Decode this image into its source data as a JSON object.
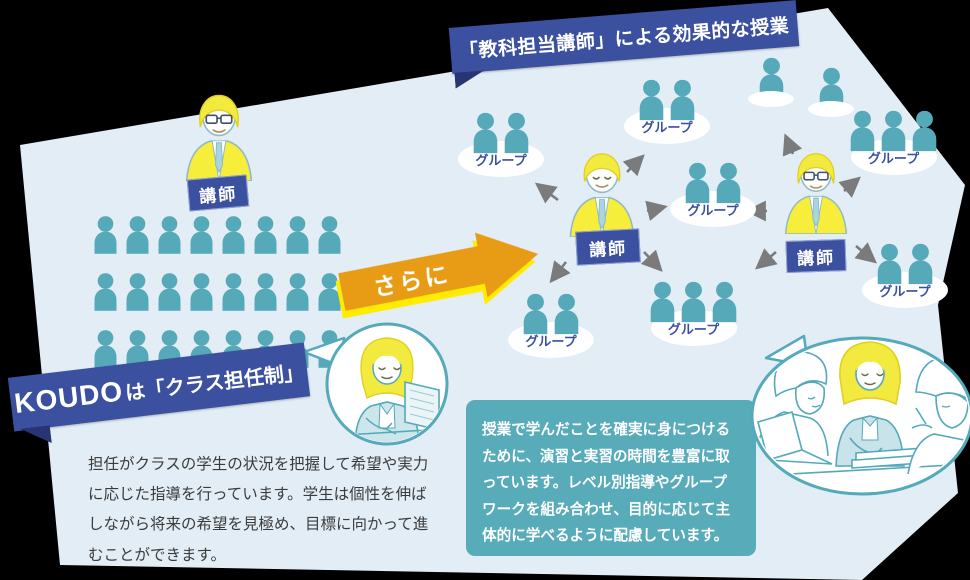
{
  "title_ribbon": "「教科担当講師」による効果的な授業",
  "koudo_ribbon": {
    "brand": "KOUDO",
    "rest": "は「クラス担任制」"
  },
  "labels": {
    "teacher": "講師",
    "group": "グループ",
    "further": "さらに"
  },
  "left_section": {
    "description": "担任がクラスの学生の状況を把握して希望や実力に応じた指導を行っています。学生は個性を伸ばしながら将来の希望を見極め、目標に向かって進むことができます。"
  },
  "right_section": {
    "description": "授業で学んだことを確実に身につけるために、演習と実習の時間を豊富に取っています。レベル別指導やグループワークを組み合わせ、目的に応じて主体的に学べるように配慮しています。"
  },
  "classroom": {
    "rows": 3,
    "cols": 8
  },
  "groups": [
    {
      "people": 2,
      "label": true,
      "split": false
    },
    {
      "people": 2,
      "label": true,
      "split": false
    },
    {
      "people": 2,
      "label": false,
      "split": true
    },
    {
      "people": 3,
      "label": true,
      "split": false
    },
    {
      "people": 2,
      "label": true,
      "split": false
    },
    {
      "people": 2,
      "label": true,
      "split": false
    },
    {
      "people": 2,
      "label": true,
      "split": false
    },
    {
      "people": 3,
      "label": true,
      "split": false
    }
  ],
  "colors": {
    "background": "#E2EDF5",
    "person_teal": "#56A9B9",
    "navy": "#3C50A0",
    "orange": "#E89C15",
    "yellow_shadow": "#FFEC00",
    "teal_box": "#58ABB9",
    "arrow_gray": "#7b7b7b"
  }
}
